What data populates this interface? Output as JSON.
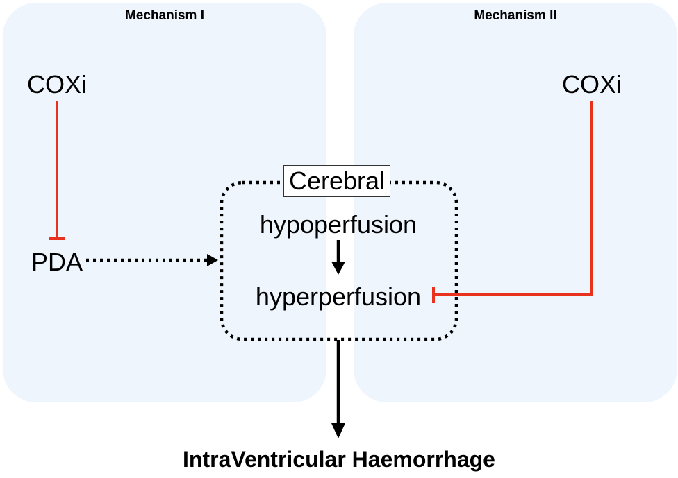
{
  "panels": {
    "left": {
      "title": "Mechanism I"
    },
    "right": {
      "title": "Mechanism II"
    }
  },
  "nodes": {
    "coxi_left": "COXi",
    "coxi_right": "COXi",
    "pda": "PDA",
    "cerebral": "Cerebral",
    "hypoperfusion": "hypoperfusion",
    "hyperperfusion": "hyperperfusion"
  },
  "outcome": "IntraVentricular Haemorrhage",
  "colors": {
    "panel_background": "#eef5fc",
    "inhibition": "#e8321e",
    "arrow": "#000000"
  }
}
